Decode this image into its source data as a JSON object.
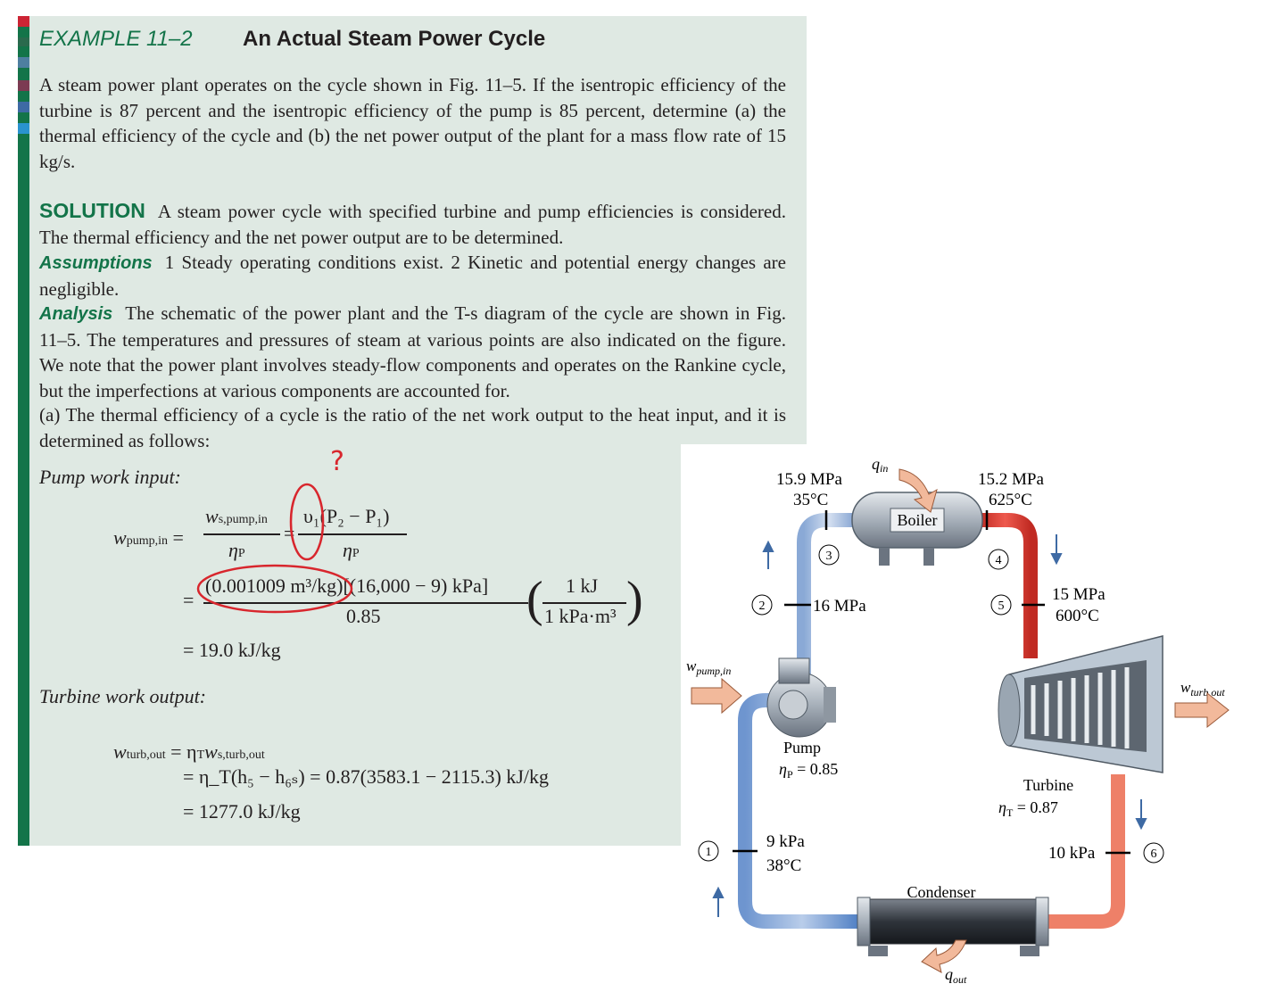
{
  "example": {
    "number": "EXAMPLE 11–2",
    "title": "An Actual Steam Power Cycle"
  },
  "problem": "A steam power plant operates on the cycle shown in Fig. 11–5. If the isentropic efficiency of the turbine is 87 percent and the isentropic efficiency of the pump is 85 percent, determine (a) the thermal efficiency of the cycle and (b) the net power output of the plant for a mass flow rate of 15 kg/s.",
  "solution": {
    "label": "SOLUTION",
    "text": "A steam power cycle with specified turbine and pump efficiencies is considered. The thermal efficiency and the net power output are to be determined."
  },
  "assumptions": {
    "label": "Assumptions",
    "text": "1 Steady operating conditions exist. 2 Kinetic and potential energy changes are negligible."
  },
  "analysis": {
    "label": "Analysis",
    "text": "The schematic of the power plant and the T-s diagram of the cycle are shown in Fig. 11–5. The temperatures and pressures of steam at various points are also indicated on the figure. We note that the power plant involves steady-flow components and operates on the Rankine cycle, but the imperfections at various components are accounted for.",
    "part_a": "(a) The thermal efficiency of a cycle is the ratio of the net work output to the heat input, and it is determined as follows:"
  },
  "pump_work": {
    "label": "Pump work input:",
    "lhs": "w",
    "lhs_sub": "pump,in",
    "num1": "w",
    "num1_sub": "s,pump,in",
    "den": "η",
    "den_sub": "P",
    "num2": "υ₁(P₂ − P₁)",
    "num3": "(0.001009 m³/kg)[(16,000 − 9) kPa]",
    "den3": "0.85",
    "conv_num": "1 kJ",
    "conv_den": "1 kPa·m³",
    "result": "= 19.0 kJ/kg"
  },
  "turbine_work": {
    "label": "Turbine work output:",
    "lhs": "w",
    "lhs_sub": "turb,out",
    "line1": "= η",
    "line1_rest": "w",
    "line1_sub": "s,turb,out",
    "line2": "= η_T(h₅ − h₆ₛ) = 0.87(3583.1 − 2115.3) kJ/kg",
    "line3": "= 1277.0 kJ/kg"
  },
  "annotation": {
    "question_mark": "?"
  },
  "figure": {
    "q_in": "q",
    "q_in_sub": "in",
    "q_out": "q",
    "q_out_sub": "out",
    "boiler": "Boiler",
    "condenser": "Condenser",
    "pump": "Pump",
    "pump_eff": "η",
    "pump_eff_sub": "P",
    "pump_eff_val": " = 0.85",
    "turbine": "Turbine",
    "turbine_eff": "η",
    "turbine_eff_sub": "T",
    "turbine_eff_val": " = 0.87",
    "w_pump": "w",
    "w_pump_sub": "pump,in",
    "w_turb": "w",
    "w_turb_sub": "turb,out",
    "state3_p": "15.9 MPa",
    "state3_t": "35°C",
    "state4_p": "15.2 MPa",
    "state4_t": "625°C",
    "state2_p": "16 MPa",
    "state5_p": "15 MPa",
    "state5_t": "600°C",
    "state1_p": "9 kPa",
    "state1_t": "38°C",
    "state6_p": "10 kPa",
    "states": [
      "1",
      "2",
      "3",
      "4",
      "5",
      "6"
    ],
    "colors": {
      "cold": "#4f7fc4",
      "hot": "#d9322b",
      "warm": "#ee8068",
      "light_cold": "#9cb8dc"
    }
  }
}
